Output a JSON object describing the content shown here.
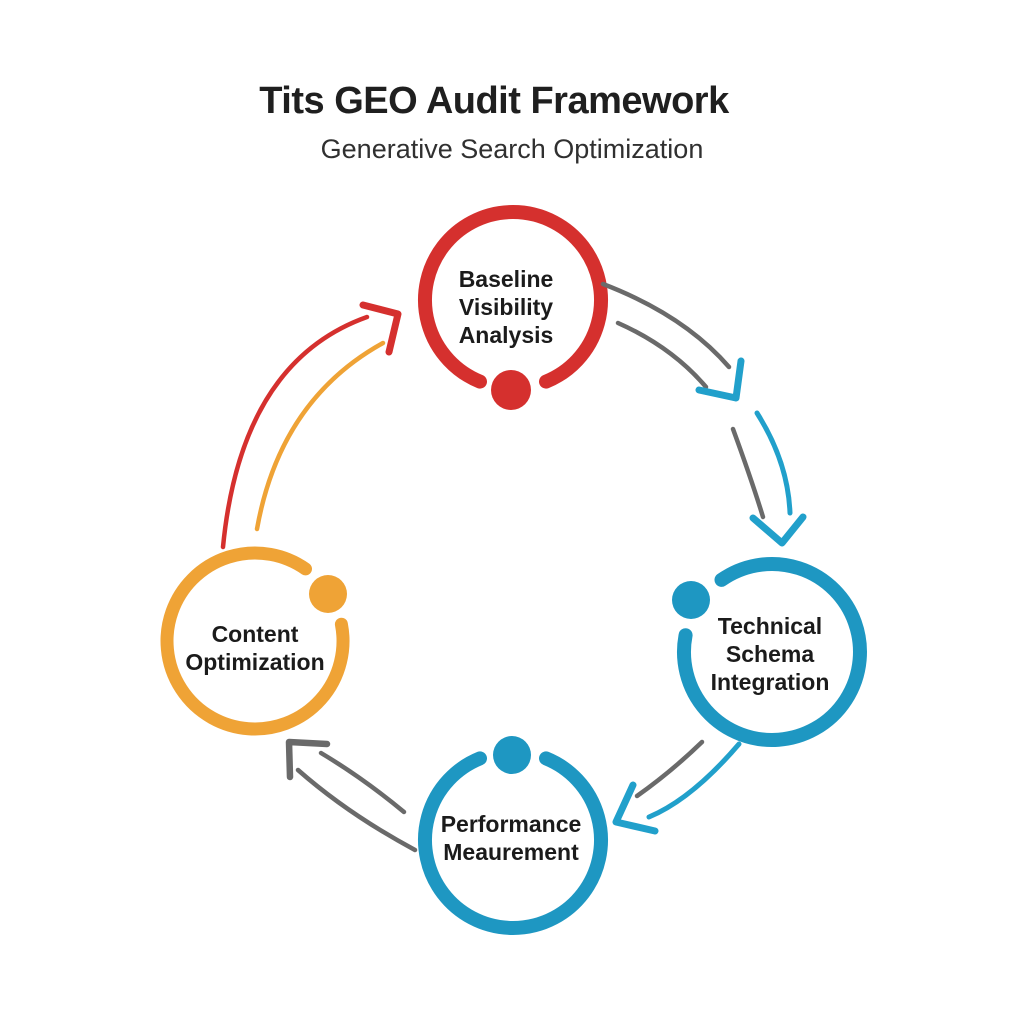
{
  "header": {
    "title": "Tits GEO Audit Framework",
    "subtitle": "Generative Search Optimization"
  },
  "nodes": [
    {
      "name": "baseline-visibility-analysis",
      "lines": [
        "Baseline",
        "Visibility",
        "Analysis"
      ],
      "ring_color": "#D5302E",
      "position": "top"
    },
    {
      "name": "technical-schema-integration",
      "lines": [
        "Technical",
        "Schema",
        "Integration"
      ],
      "ring_color": "#1E97C2",
      "position": "right"
    },
    {
      "name": "performance-meaurement",
      "lines": [
        "Performance",
        "Meaurement"
      ],
      "ring_color": "#1E97C2",
      "position": "bottom"
    },
    {
      "name": "content-optimization",
      "lines": [
        "Content",
        "Optimization"
      ],
      "ring_color": "#EFA336",
      "position": "left"
    }
  ],
  "cycle_order": [
    "Baseline Visibility Analysis",
    "Technical Schema Integration",
    "Performance Meaurement",
    "Content Optimization"
  ],
  "colors": {
    "red": "#D5302E",
    "blue": "#1E97C2",
    "orange": "#EFA336",
    "arrow_gray": "#6A6A6A",
    "arrow_teal": "#21A0CB",
    "title_text": "#1F1F1F",
    "subtitle_text": "#303030",
    "label_text": "#1B1B1B",
    "background": "#FFFFFF"
  }
}
